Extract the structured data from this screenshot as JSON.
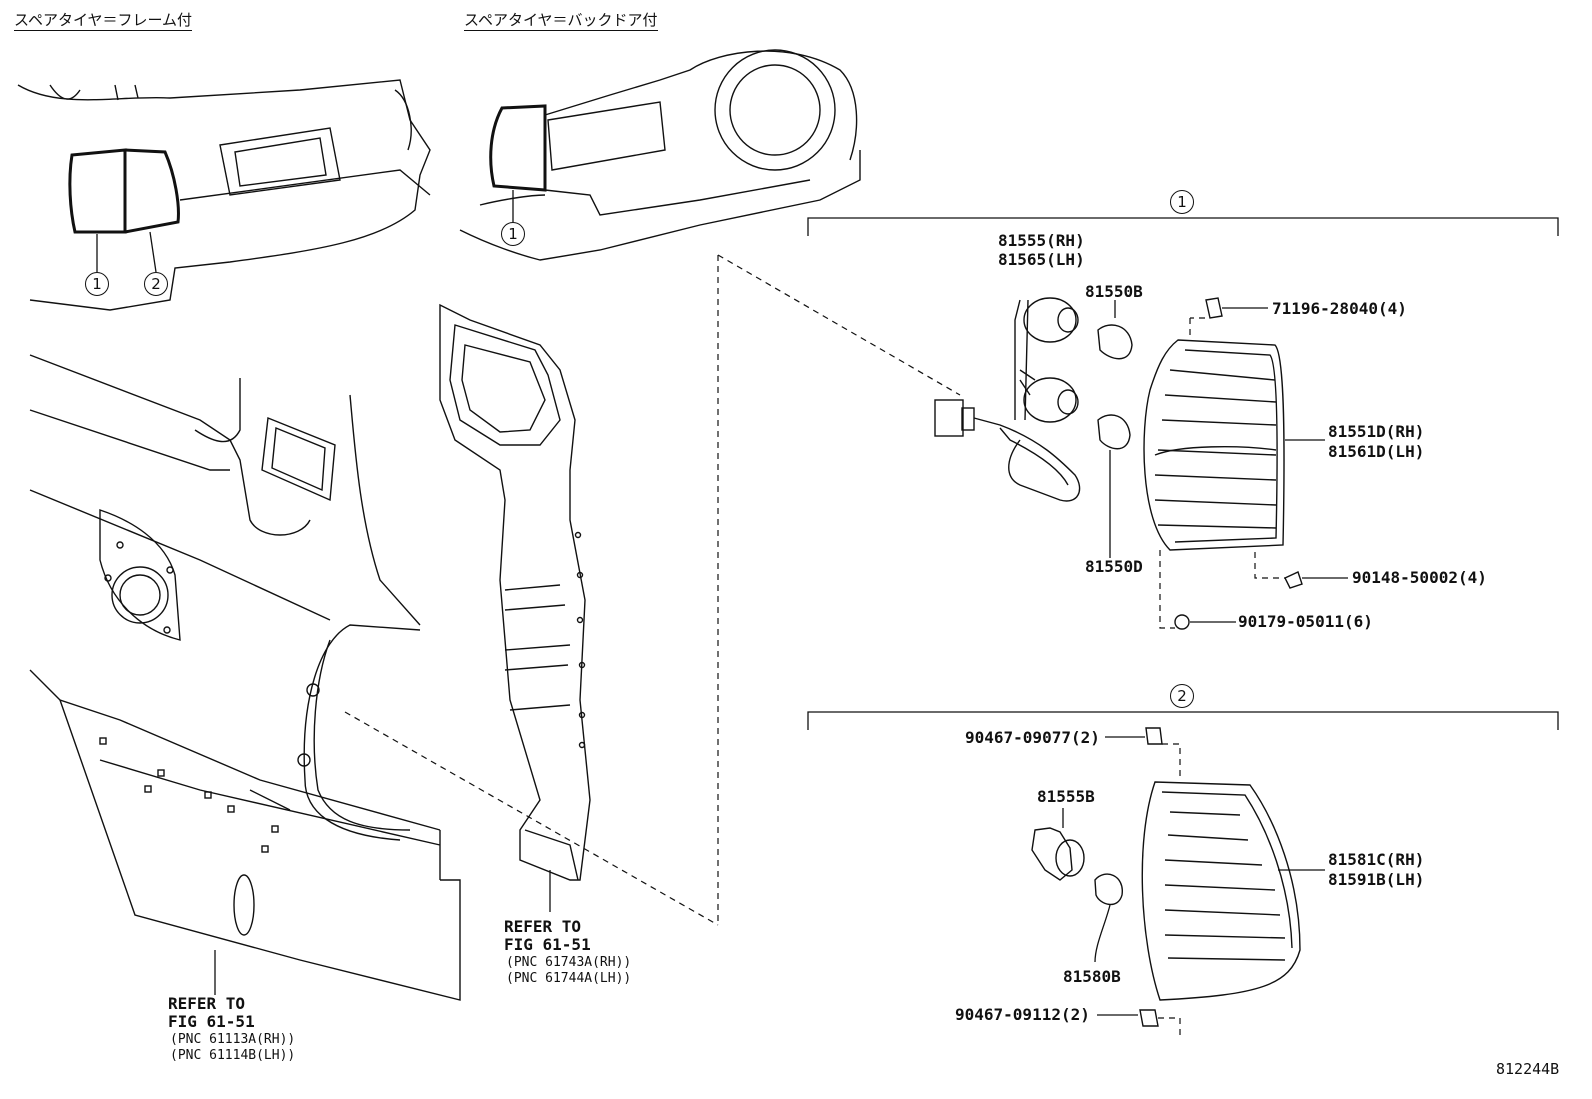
{
  "headings": {
    "frame_mount": "スペアタイヤ＝フレーム付",
    "backdoor_mount": "スペアタイヤ＝バックドア付"
  },
  "callouts": {
    "c1": "1",
    "c2": "2"
  },
  "group1": {
    "marker": "1",
    "socket_rh": "81555(RH)",
    "socket_lh": "81565(LH)",
    "bulb_b": "81550B",
    "bulb_d": "81550D",
    "clip": "71196-28040(4)",
    "lens_rh": "81551D(RH)",
    "lens_lh": "81561D(LH)",
    "screw": "90148-50002(4)",
    "nut": "90179-05011(6)"
  },
  "group2": {
    "marker": "2",
    "clip_top": "90467-09077(2)",
    "socket": "81555B",
    "bulb": "81580B",
    "clip_bottom": "90467-09112(2)",
    "lens_rh": "81581C(RH)",
    "lens_lh": "81591B(LH)"
  },
  "refer_left": {
    "line1": "REFER TO",
    "line2": "FIG 61-51",
    "pnc1": "(PNC 61113A(RH))",
    "pnc2": "(PNC 61114B(LH))"
  },
  "refer_mid": {
    "line1": "REFER TO",
    "line2": "FIG 61-51",
    "pnc1": "(PNC 61743A(RH))",
    "pnc2": "(PNC 61744A(LH))"
  },
  "figure_id": "812244B"
}
